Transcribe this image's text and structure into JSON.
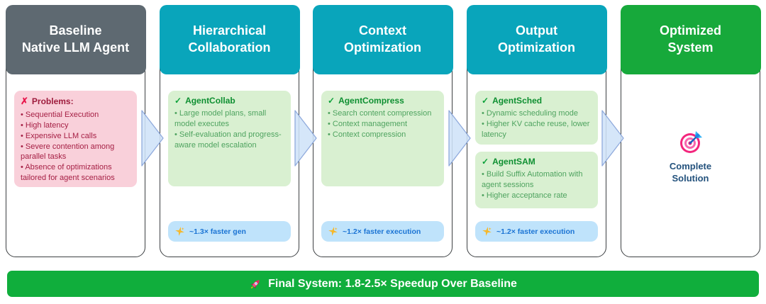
{
  "banner": {
    "text": "Final System: 1.8-2.5× Speedup Over Baseline"
  },
  "colors": {
    "header_gray": "#5e6971",
    "header_teal": "#09a5bb",
    "header_green": "#17a93b",
    "card_border": "#3d4043",
    "problem_bg": "#f9d0da",
    "problem_title": "#9e1c3d",
    "problem_text": "#a62045",
    "x_mark": "#e8174b",
    "feature_bg": "#d9f0d1",
    "feature_title": "#0e8f31",
    "feature_text": "#4ea35f",
    "check_mark": "#0ca23a",
    "badge_bg": "#bfe3fb",
    "badge_text": "#1b74d4",
    "sparkle": "#f6b82b",
    "arrow_fill": "#cfe2f8",
    "arrow_border": "#8faadc",
    "result_text": "#24527d",
    "banner_bg": "#10ae3c"
  },
  "columns": [
    {
      "header": {
        "line1": "Baseline",
        "line2": "Native LLM Agent"
      },
      "problem_box": {
        "mark": "✗",
        "title": "Problems:",
        "items": [
          "Sequential Execution",
          "High latency",
          "Expensive LLM calls",
          "Severe contention among parallel tasks",
          "Absence of optimizations tailored for agent scenarios"
        ]
      }
    },
    {
      "header": {
        "line1": "Hierarchical",
        "line2": "Collaboration"
      },
      "boxes": [
        {
          "mark": "✓",
          "title": "AgentCollab",
          "items": [
            "Large model plans, small model executes",
            "Self-evaluation and progress-aware model escalation"
          ]
        }
      ],
      "badge": {
        "text": "~1.3× faster gen"
      }
    },
    {
      "header": {
        "line1": "Context",
        "line2": "Optimization"
      },
      "boxes": [
        {
          "mark": "✓",
          "title": "AgentCompress",
          "items": [
            "Search content compression",
            "Context management",
            "Context compression"
          ]
        }
      ],
      "badge": {
        "text": "~1.2× faster execution"
      }
    },
    {
      "header": {
        "line1": "Output",
        "line2": "Optimization"
      },
      "boxes": [
        {
          "mark": "✓",
          "title": "AgentSched",
          "items": [
            "Dynamic scheduling mode",
            "Higher KV cache reuse, lower latency"
          ]
        },
        {
          "mark": "✓",
          "title": "AgentSAM",
          "items": [
            "Build Suffix Automation with agent sessions",
            "Higher acceptance rate"
          ]
        }
      ],
      "badge": {
        "text": "~1.2× faster execution"
      }
    },
    {
      "header": {
        "line1": "Optimized",
        "line2": "System"
      },
      "result": {
        "line1": "Complete",
        "line2": "Solution"
      }
    }
  ]
}
